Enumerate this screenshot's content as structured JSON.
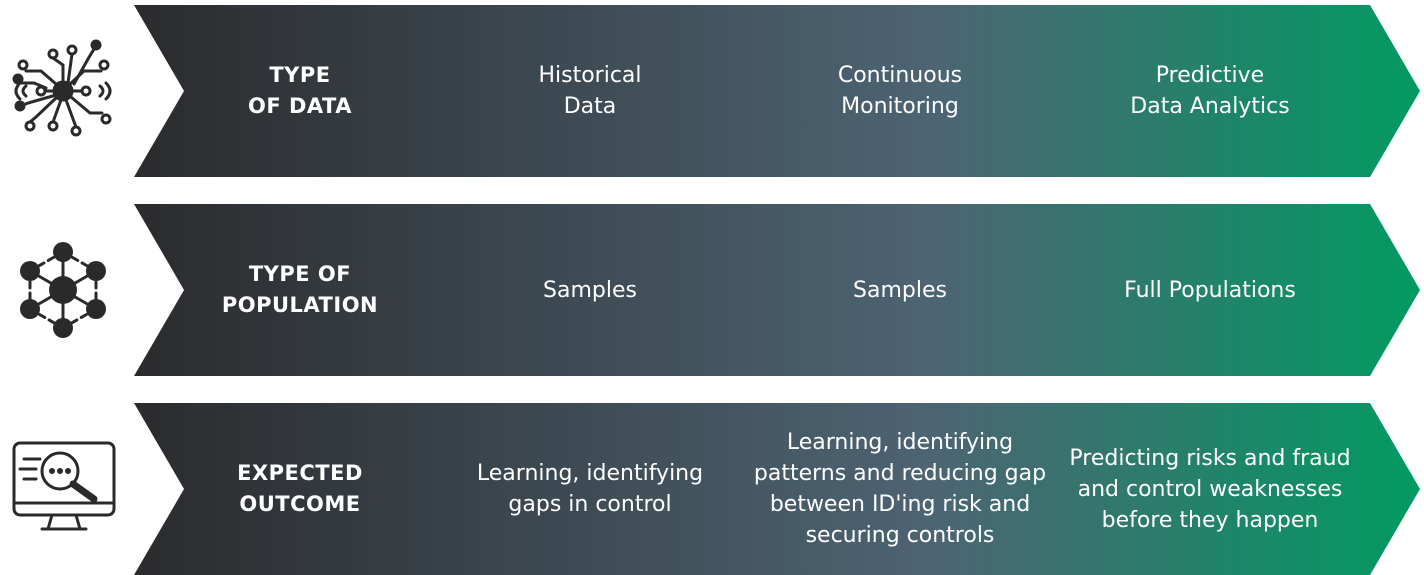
{
  "colors": {
    "arrow_start": "#2b2b2d",
    "arrow_mid": "#4d6473",
    "arrow_end": "#029a62",
    "icon": "#2a2a2a"
  },
  "rows": [
    {
      "icon": "circuit-network-icon",
      "heading": "TYPE\nOF DATA",
      "cells": [
        "Historical\nData",
        "Continuous\nMonitoring",
        "Predictive\nData Analytics"
      ]
    },
    {
      "icon": "hub-network-icon",
      "heading": "TYPE OF\nPOPULATION",
      "cells": [
        "Samples",
        "Samples",
        "Full Populations"
      ]
    },
    {
      "icon": "monitor-magnifier-icon",
      "heading": "EXPECTED\nOUTCOME",
      "cells": [
        "Learning, identifying\ngaps in control",
        "Learning, identifying\npatterns and reducing gap\nbetween ID'ing risk and\nsecuring controls",
        "Predicting risks and fraud\nand control weaknesses\nbefore they happen"
      ]
    }
  ]
}
